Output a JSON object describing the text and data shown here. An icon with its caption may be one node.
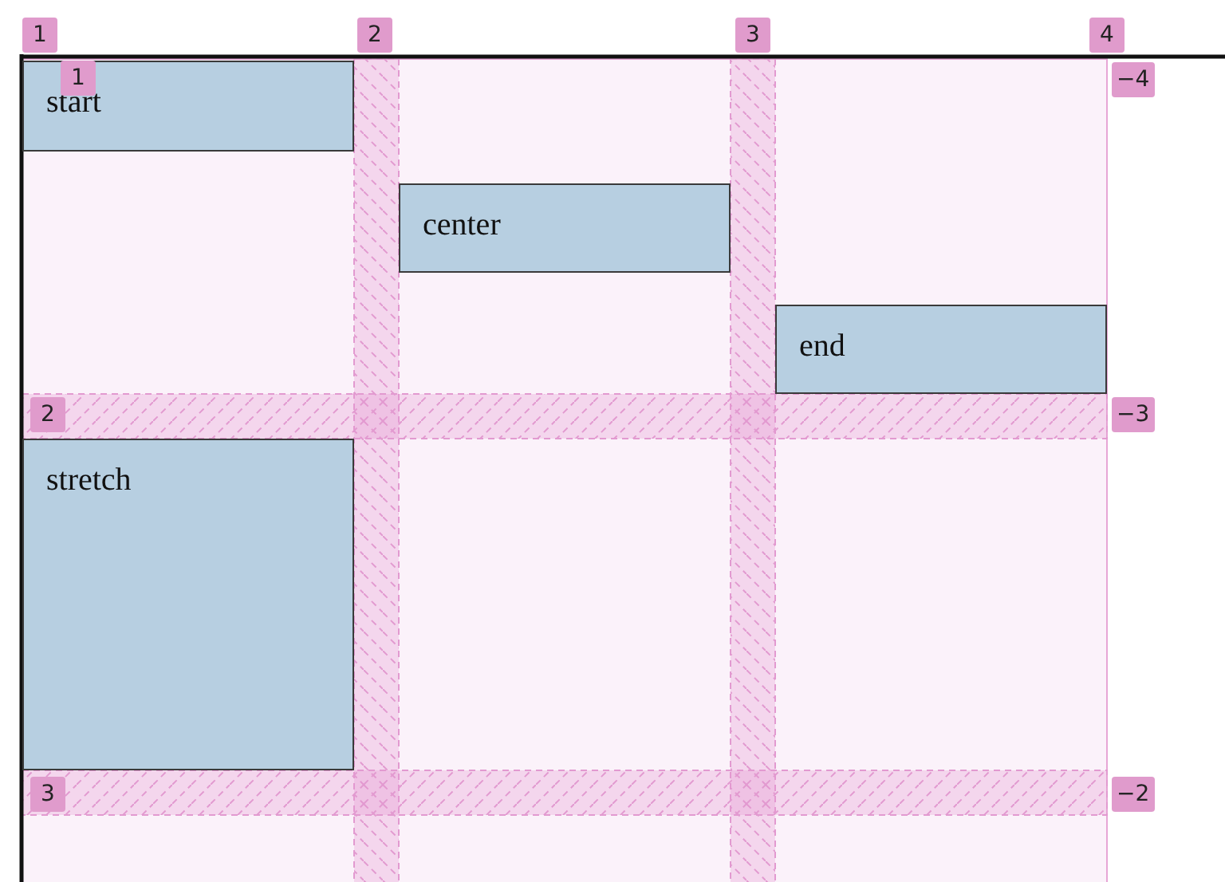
{
  "diagram": {
    "nodes": [
      {
        "text": [
          "start"
        ]
      },
      {
        "text": [
          "center"
        ]
      },
      {
        "text": [
          "end"
        ]
      },
      {
        "text": [
          "stretch"
        ]
      }
    ],
    "edges": [],
    "labels": [
      "1",
      "2",
      "3",
      "4",
      "1",
      "−4",
      "2",
      "−3",
      "3",
      "−2"
    ]
  }
}
